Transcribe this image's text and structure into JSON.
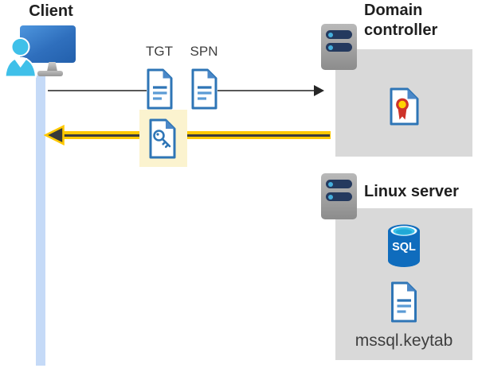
{
  "client": {
    "title": "Client"
  },
  "flow": {
    "tgt_label": "TGT",
    "spn_label": "SPN"
  },
  "domain_controller": {
    "title": "Domain controller"
  },
  "linux_server": {
    "title": "Linux server",
    "keytab_filename": "mssql.keytab",
    "sql_label": "SQL"
  },
  "colors": {
    "arrow_yellow": "#FFC800",
    "highlight_yellow": "#FBF3CF",
    "panel_gray": "#D9D9D9",
    "request_line_gray": "#595959",
    "doc_border_blue": "#2E75B6",
    "doc_fold_blue": "#4B88C8",
    "doc_line_blue": "#5B9BD5",
    "sql_body_blue": "#0F6CBD",
    "sql_top_cyan": "#38BFE8",
    "person_cyan": "#3FC0E9",
    "lifeline_blue": "#C5DAF7",
    "cert_red": "#CE3329",
    "cert_yellow": "#FFD400",
    "server_bar_navy": "#24395E"
  }
}
